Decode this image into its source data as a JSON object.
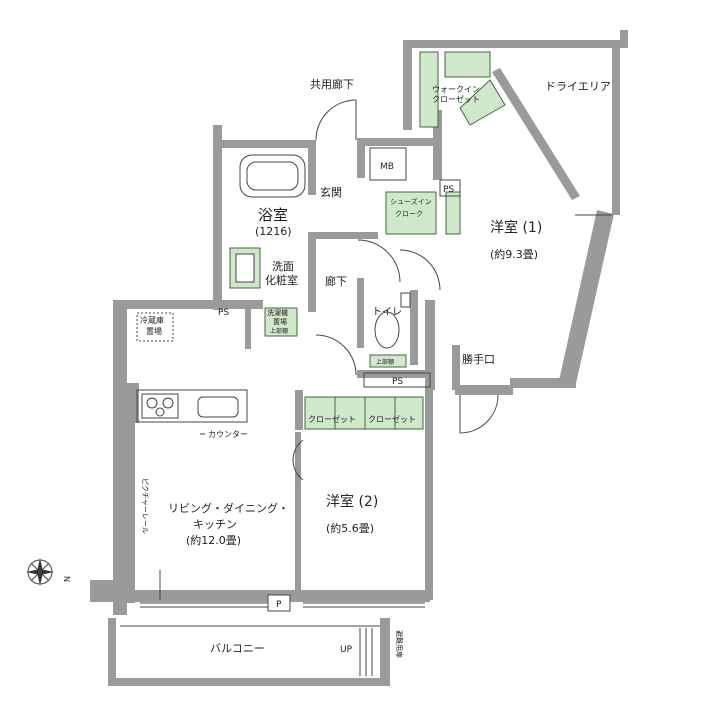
{
  "rooms": {
    "common_corridor": "共用廊下",
    "dry_area": "ドライエリア",
    "walk_in_closet": [
      "ウォークイン",
      "クローゼット"
    ],
    "mb": "MB",
    "ps_entrance": "PS",
    "entrance": "玄関",
    "shoes_in_closet": [
      "シューズイン",
      "クローク"
    ],
    "bath": "浴室",
    "bath_size": "(1216)",
    "western_room_1": "洋室 (1)",
    "western_room_1_size": "(約9.3畳)",
    "washroom": [
      "洗面",
      "化粧室"
    ],
    "hallway": "廊下",
    "ps_kitchen": "PS",
    "fridge_space": [
      "冷蔵庫",
      "置場"
    ],
    "washer_space": [
      "洗濯機",
      "置場"
    ],
    "upper_shelf": "上部棚",
    "toilet": "トイレ",
    "toilet_shelf": "上部棚",
    "service_entrance": "勝手口",
    "ps_toilet": "PS",
    "counter": "カウンター",
    "closet_left": "クローゼット",
    "closet_right": "クローゼット",
    "ldk": [
      "リビング・ダイニング・",
      "キッチン",
      "(約12.0畳)"
    ],
    "picture_rail": "ピクチャーレール",
    "western_room_2": "洋室 (2)",
    "western_room_2_size": "(約5.6畳)",
    "p_mark": "P",
    "balcony": "バルコニー",
    "up": "UP",
    "evacuation_hatch": "避難用扉",
    "north": "N"
  }
}
